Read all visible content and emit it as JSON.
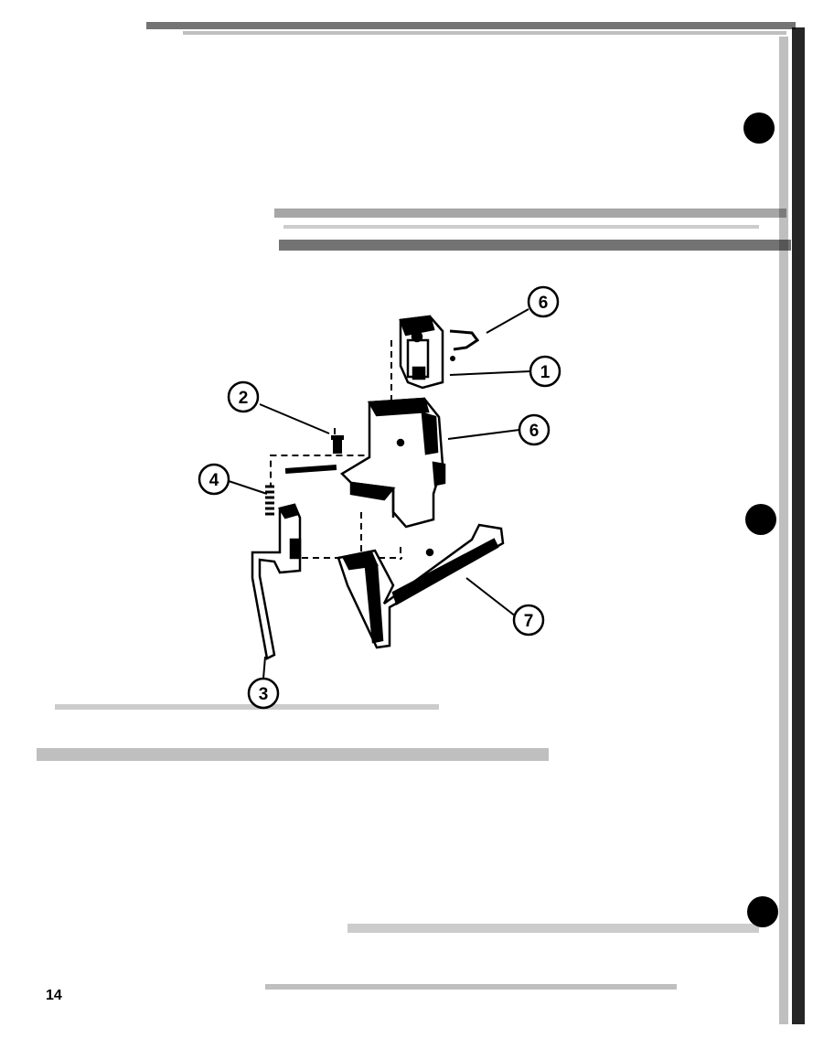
{
  "diagram": {
    "callouts": [
      {
        "id": "callout-6-top",
        "label": "6"
      },
      {
        "id": "callout-1",
        "label": "1"
      },
      {
        "id": "callout-2",
        "label": "2"
      },
      {
        "id": "callout-6-mid",
        "label": "6"
      },
      {
        "id": "callout-4",
        "label": "4"
      },
      {
        "id": "callout-7",
        "label": "7"
      },
      {
        "id": "callout-3",
        "label": "3"
      }
    ]
  },
  "page_number": "14",
  "colors": {
    "ink": "#000000",
    "paper": "#ffffff"
  }
}
